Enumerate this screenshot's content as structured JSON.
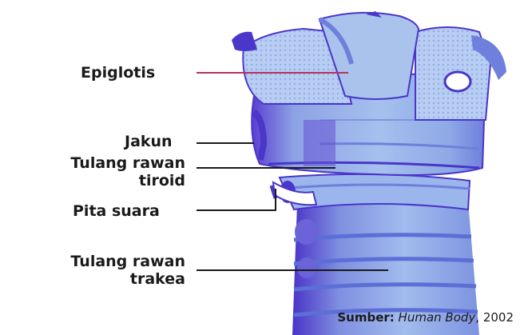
{
  "labels": {
    "epiglotis": "Epiglotis",
    "jakun": "Jakun",
    "tiroid_line1": "Tulang rawan",
    "tiroid_line2": "tiroid",
    "pita_suara": "Pita suara",
    "trakea_line1": "Tulang rawan",
    "trakea_line2": "trakea"
  },
  "source": {
    "prefix": "Sumber:",
    "title": "Human Body",
    "year": ", 2002"
  },
  "colors": {
    "cartilage_light": "#a9c3ec",
    "cartilage_mid": "#7e93df",
    "cartilage_dark": "#4a36c9",
    "leader_line": "#1a1a1a",
    "epiglotis_leader": "#b8325e"
  }
}
